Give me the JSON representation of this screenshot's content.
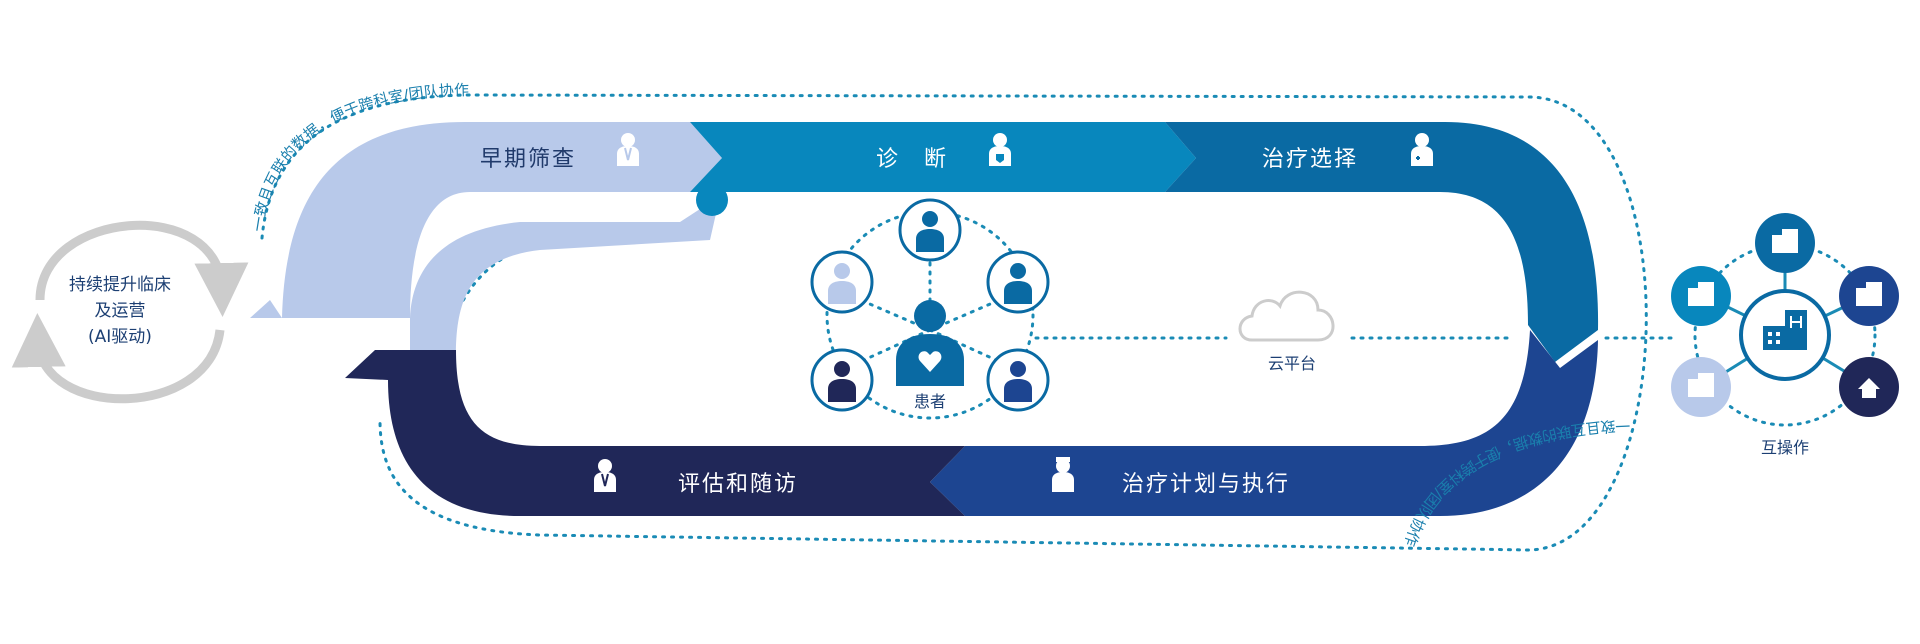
{
  "loop_text": [
    "持续提升临床",
    "及运营",
    "(AI驱动)"
  ],
  "arc_text_top": "一致且互联的数据，便于跨科室/团队协作",
  "arc_text_bottom": "一致且互联的数据，便于跨科室/团队协作",
  "stages": {
    "screening": "早期筛查",
    "diagnosis": "诊　断",
    "treatment_choice": "治疗选择",
    "treatment_plan": "治疗计划与执行",
    "followup": "评估和随访"
  },
  "patient_label": "患者",
  "cloud_label": "云平台",
  "interop_label": "互操作",
  "colors": {
    "light": "#b8c9ea",
    "cyan": "#0887bd",
    "blue": "#0a6aa3",
    "royal": "#1d4591",
    "navy": "#202758",
    "dots": "#1a8bb5",
    "gray": "#cccccc"
  }
}
